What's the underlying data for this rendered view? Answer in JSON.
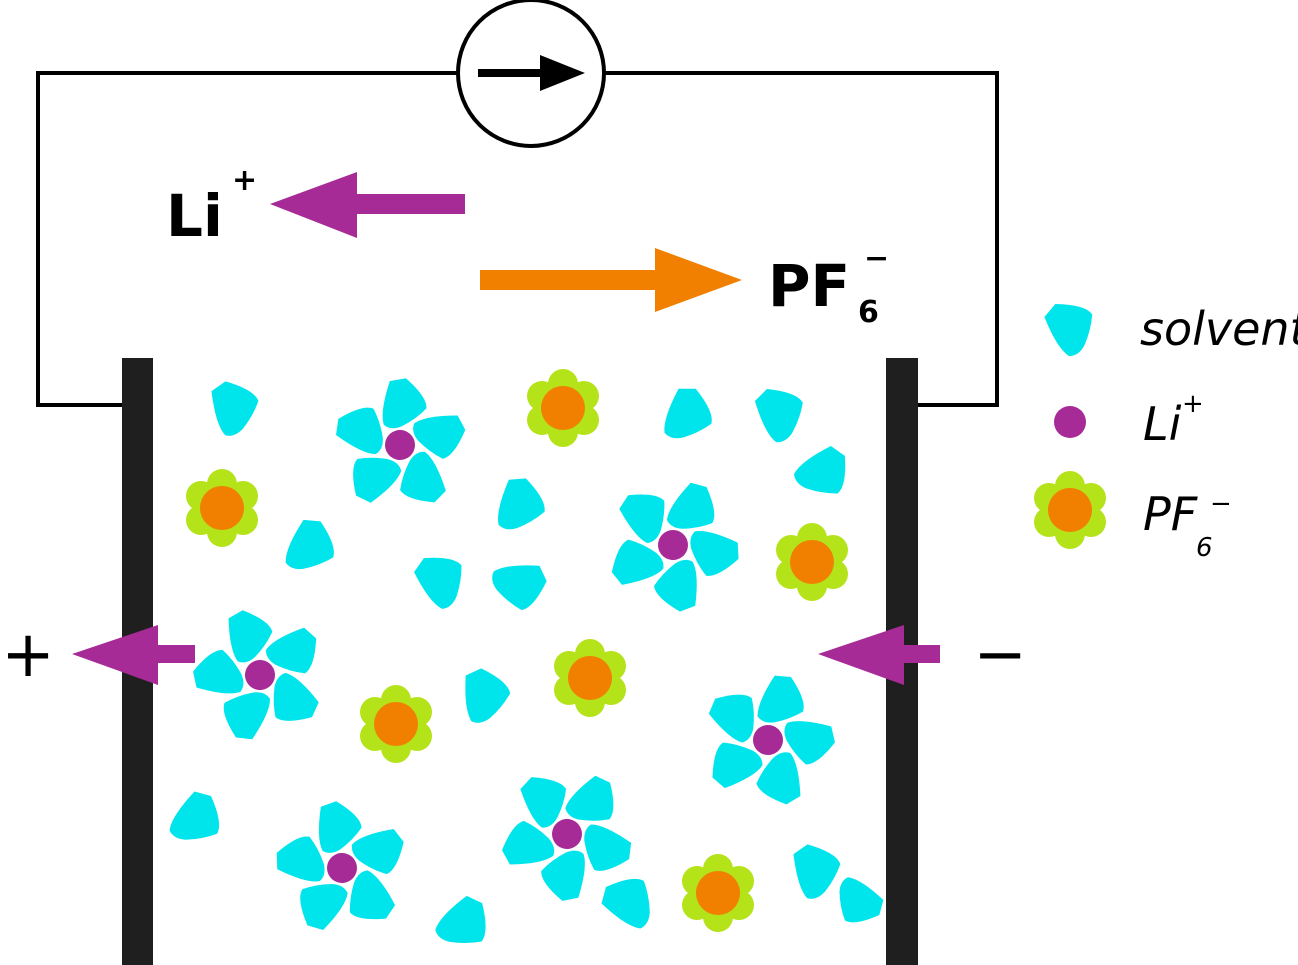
{
  "labels": {
    "li_top": "Li",
    "li_top_charge": "+",
    "pf_top": "PF",
    "pf_top_sub": "6",
    "pf_top_charge": "−",
    "plus_sign": "+",
    "minus_sign": "−"
  },
  "legend": {
    "solvent": "solvent",
    "li": "Li",
    "li_charge": "+",
    "pf": "PF",
    "pf_sub": "6",
    "pf_charge": "−"
  },
  "colors": {
    "solvent": "#00e5ec",
    "li_ion": "#a62b97",
    "pf_core": "#f17f00",
    "pf_shell": "#b5e31a",
    "li_arrow": "#a62b97",
    "pf_arrow": "#f17f00",
    "electrode": "#1f1f1f",
    "wire": "#000000"
  },
  "icons": {
    "current_source": "current-source-icon"
  }
}
